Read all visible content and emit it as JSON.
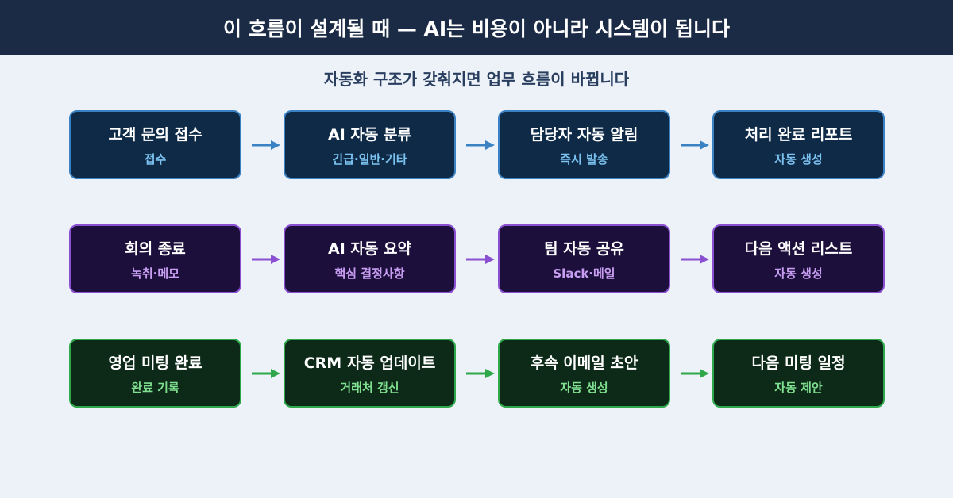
{
  "header": {
    "title": "이 흐름이 설계될 때 — AI는 비용이 아니라 시스템이 됩니다"
  },
  "subtitle": "자동화 구조가 갖춰지면 업무 흐름이 바뀝니다",
  "colors": {
    "blue": "#3b82c4",
    "purple": "#8b50d2",
    "green": "#2fa84b"
  },
  "rows": [
    {
      "theme": "blue",
      "steps": [
        {
          "title": "고객 문의 접수",
          "sub": "접수"
        },
        {
          "title": "AI 자동 분류",
          "sub": "긴급·일반·기타"
        },
        {
          "title": "담당자 자동 알림",
          "sub": "즉시 발송"
        },
        {
          "title": "처리 완료 리포트",
          "sub": "자동 생성"
        }
      ]
    },
    {
      "theme": "purple",
      "steps": [
        {
          "title": "회의 종료",
          "sub": "녹취·메모"
        },
        {
          "title": "AI 자동 요약",
          "sub": "핵심 결정사항"
        },
        {
          "title": "팀 자동 공유",
          "sub": "Slack·메일"
        },
        {
          "title": "다음 액션 리스트",
          "sub": "자동 생성"
        }
      ]
    },
    {
      "theme": "green",
      "steps": [
        {
          "title": "영업 미팅 완료",
          "sub": "완료 기록"
        },
        {
          "title": "CRM 자동 업데이트",
          "sub": "거래처 갱신"
        },
        {
          "title": "후속 이메일 초안",
          "sub": "자동 생성"
        },
        {
          "title": "다음 미팅 일정",
          "sub": "자동 제안"
        }
      ]
    }
  ]
}
